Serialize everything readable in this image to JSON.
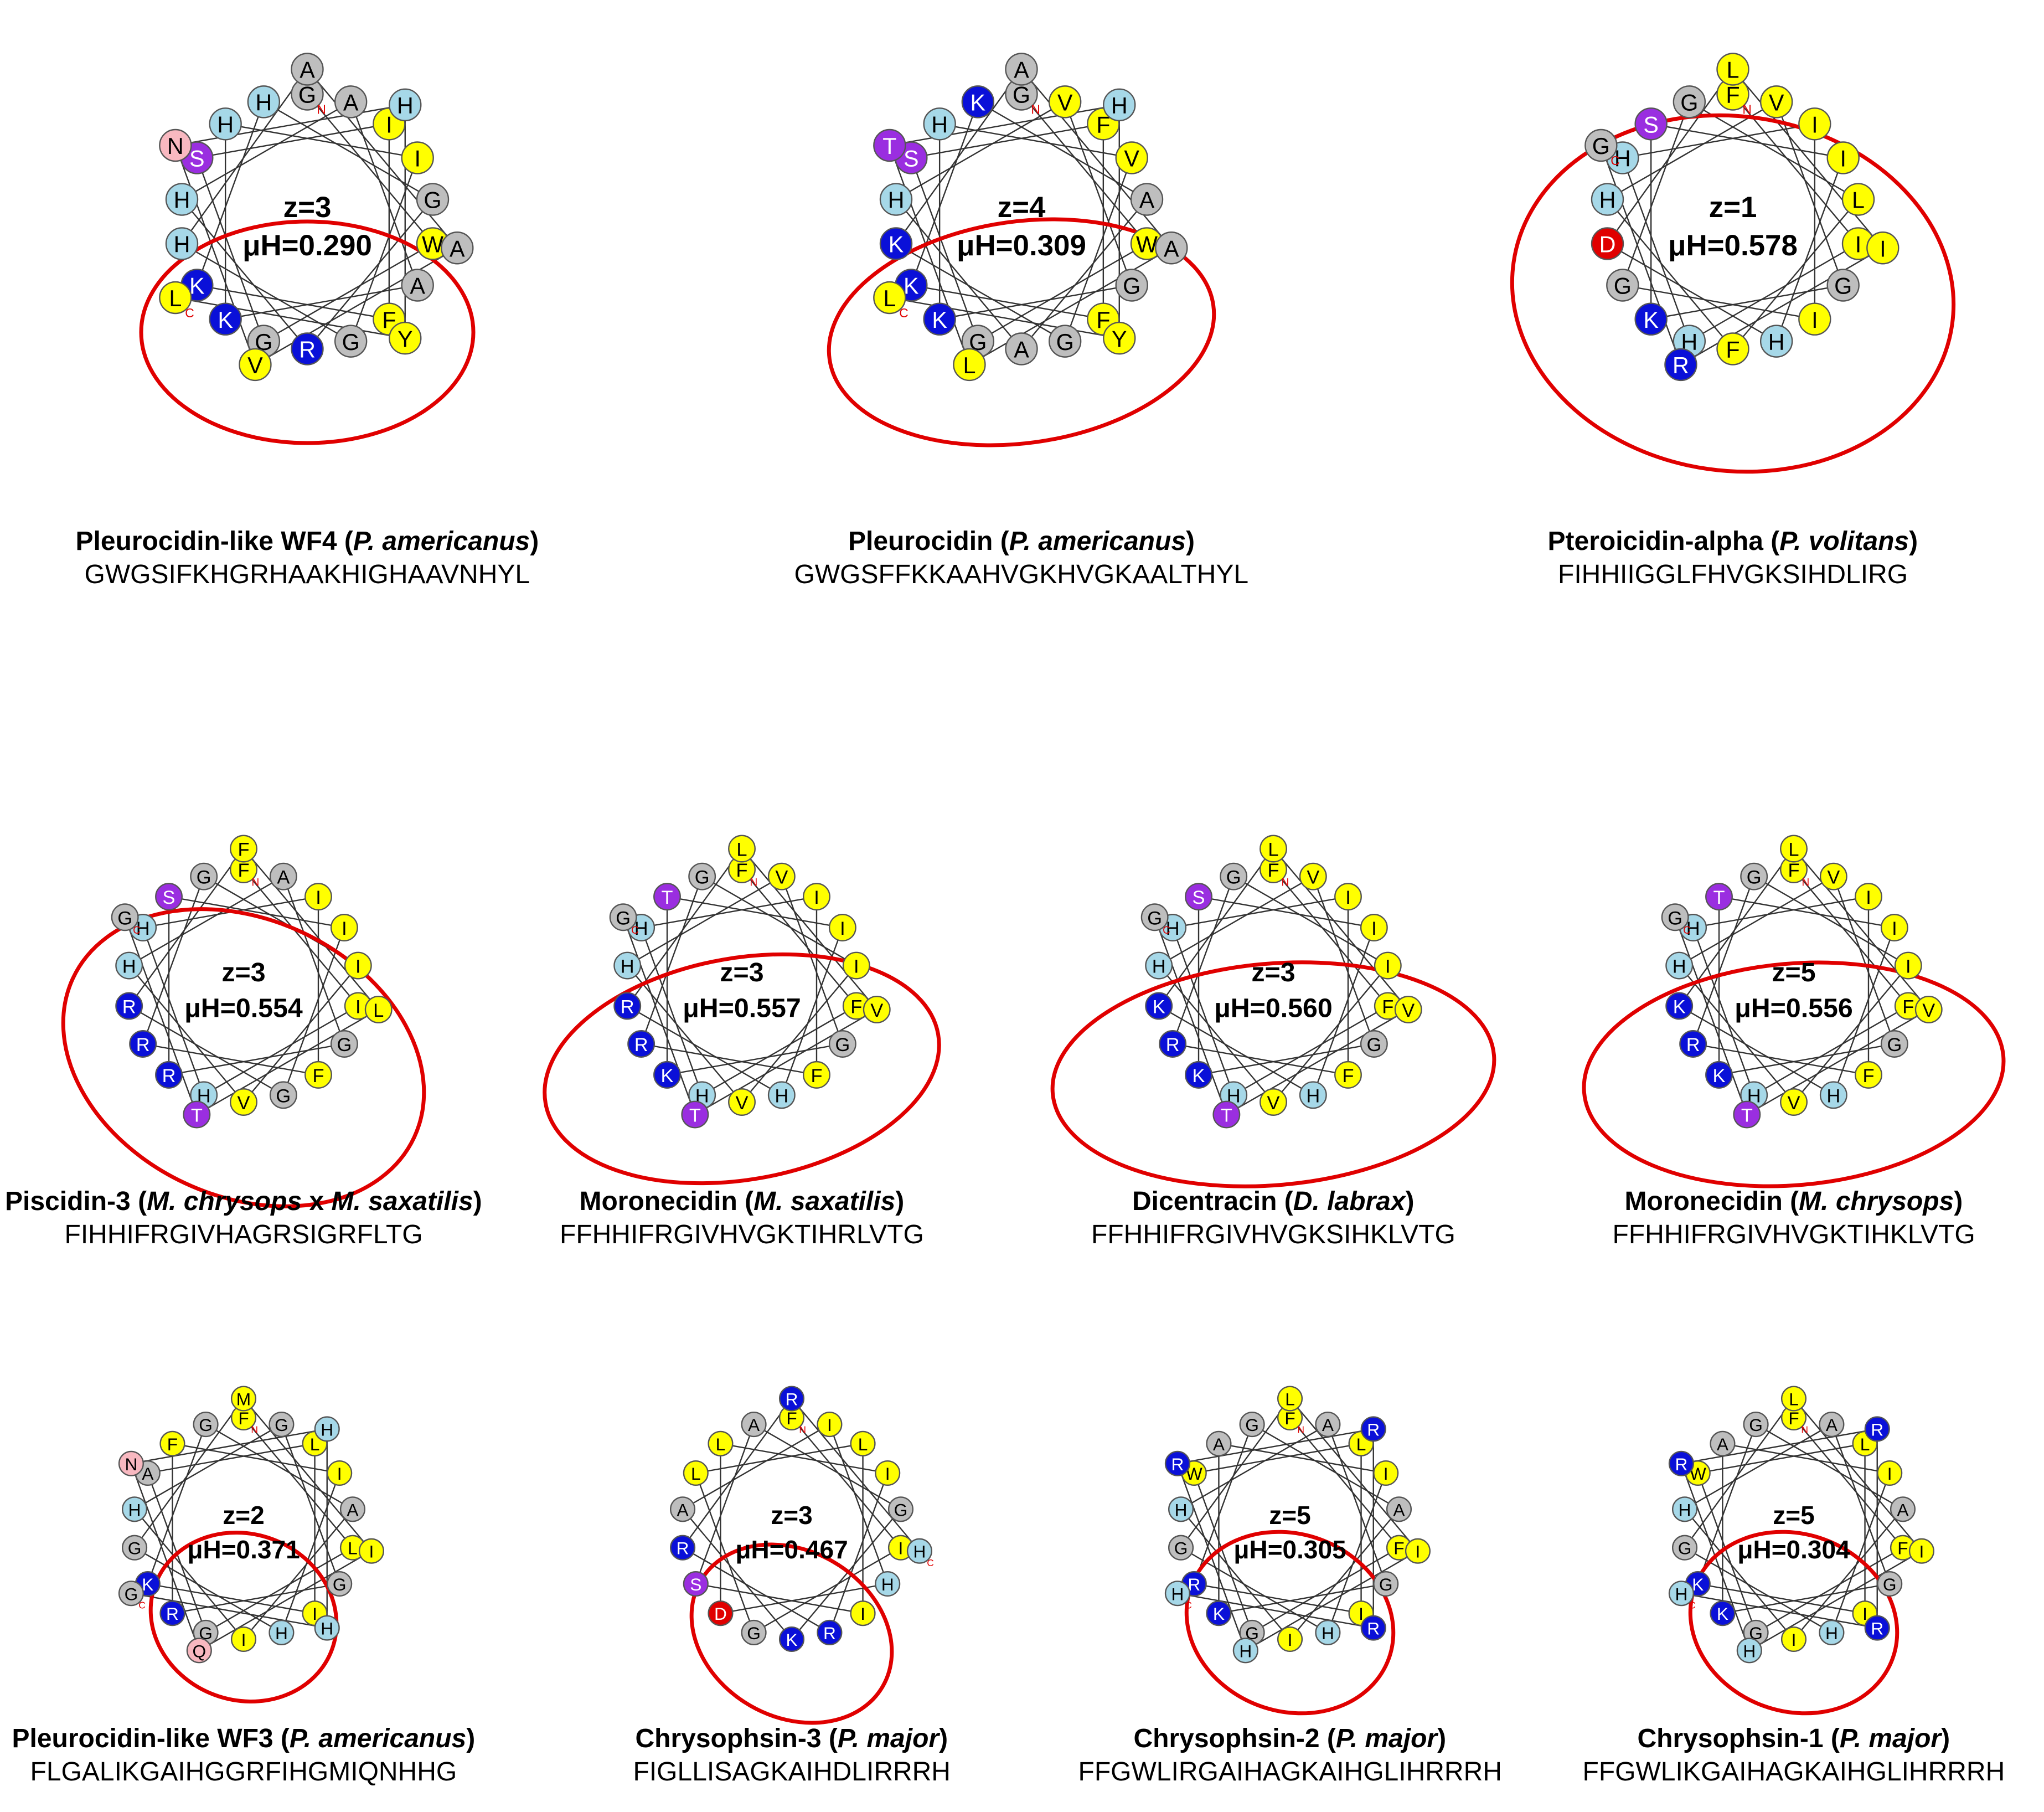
{
  "colors": {
    "hydrophobic": "#ffff00",
    "small": "#bebebe",
    "histidine": "#a6d8e8",
    "basic": "#0a10d8",
    "acidic": "#e00000",
    "polar_ser_thr": "#9a2ee0",
    "polar_amide": "#f8b8c0",
    "outline": "#555555",
    "hydrophobic_face": "#e00000",
    "terminus_marker": "#e00000"
  },
  "panels": [
    {
      "z": "z=3",
      "muH": "μH=0.290",
      "name": [
        {
          "t": "Pleurocidin-like WF4 ("
        },
        {
          "t": "P. americanus",
          "i": true
        },
        {
          "t": ")"
        }
      ],
      "sequence": "GWGSIFKHGRHAAKHIGHAAVNHYL",
      "wheel": [
        "G",
        "W",
        "G",
        "S",
        "I",
        "F",
        "K",
        "H",
        "G",
        "R",
        "H",
        "A",
        "A",
        "K",
        "H",
        "I",
        "G",
        "H",
        "A",
        "A",
        "V",
        "N",
        "H",
        "Y",
        "L"
      ],
      "termini": [
        "N",
        "C"
      ]
    },
    {
      "z": "z=4",
      "muH": "μH=0.309",
      "name": [
        {
          "t": "Pleurocidin ("
        },
        {
          "t": "P. americanus",
          "i": true
        },
        {
          "t": ")"
        }
      ],
      "sequence": "GWGSFFKKAAHVGKHVGKAALTHYL",
      "wheel": [
        "G",
        "W",
        "G",
        "S",
        "F",
        "F",
        "K",
        "K",
        "A",
        "A",
        "H",
        "V",
        "G",
        "K",
        "H",
        "V",
        "G",
        "K",
        "A",
        "A",
        "L",
        "T",
        "H",
        "Y",
        "L"
      ],
      "termini": [
        "N",
        "C"
      ]
    },
    {
      "z": "z=1",
      "muH": "μH=0.578",
      "name": [
        {
          "t": "Pteroicidin-alpha ("
        },
        {
          "t": "P. volitans",
          "i": true
        },
        {
          "t": ")"
        }
      ],
      "sequence": "FIHHIIGGLFHVGKSIHDLIRG",
      "wheel": [
        "F",
        "I",
        "H",
        "H",
        "I",
        "I",
        "G",
        "G",
        "L",
        "F",
        "H",
        "V",
        "G",
        "K",
        "S",
        "I",
        "H",
        "D",
        "L",
        "I",
        "R",
        "G"
      ],
      "termini": [
        "N",
        "C"
      ]
    },
    {
      "z": "z=3",
      "muH": "μH=0.554",
      "name": [
        {
          "t": "Piscidin-3 ("
        },
        {
          "t": "M. chrysops",
          "i": true
        },
        {
          "t": " x "
        },
        {
          "t": "M. saxatilis",
          "i": true
        },
        {
          "t": ")"
        }
      ],
      "sequence": "FIHHIFRGIVHAGRSIGRFLTG",
      "wheel": [
        "F",
        "I",
        "H",
        "H",
        "I",
        "F",
        "R",
        "G",
        "I",
        "V",
        "H",
        "A",
        "G",
        "R",
        "S",
        "I",
        "G",
        "R",
        "F",
        "L",
        "T",
        "G"
      ],
      "termini": [
        "N",
        "C"
      ]
    },
    {
      "z": "z=3",
      "muH": "μH=0.557",
      "name": [
        {
          "t": "Moronecidin ("
        },
        {
          "t": "M. saxatilis",
          "i": true
        },
        {
          "t": ")"
        }
      ],
      "sequence": "FFHHIFRGIVHVGKTIHRLVTG",
      "wheel": [
        "F",
        "F",
        "H",
        "H",
        "I",
        "F",
        "R",
        "G",
        "I",
        "V",
        "H",
        "V",
        "G",
        "K",
        "T",
        "I",
        "H",
        "R",
        "L",
        "V",
        "T",
        "G"
      ],
      "termini": [
        "N",
        "C"
      ]
    },
    {
      "z": "z=3",
      "muH": "μH=0.560",
      "name": [
        {
          "t": "Dicentracin ("
        },
        {
          "t": "D. labrax",
          "i": true
        },
        {
          "t": ")"
        }
      ],
      "sequence": "FFHHIFRGIVHVGKSIHKLVTG",
      "wheel": [
        "F",
        "F",
        "H",
        "H",
        "I",
        "F",
        "R",
        "G",
        "I",
        "V",
        "H",
        "V",
        "G",
        "K",
        "S",
        "I",
        "H",
        "K",
        "L",
        "V",
        "T",
        "G"
      ],
      "termini": [
        "N",
        "C"
      ]
    },
    {
      "z": "z=5",
      "muH": "μH=0.556",
      "name": [
        {
          "t": "Moronecidin ("
        },
        {
          "t": "M. chrysops",
          "i": true
        },
        {
          "t": ")"
        }
      ],
      "sequence": "FFHHIFRGIVHVGKTIHKLVTG",
      "wheel": [
        "F",
        "F",
        "H",
        "H",
        "I",
        "F",
        "R",
        "G",
        "I",
        "V",
        "H",
        "V",
        "G",
        "K",
        "T",
        "I",
        "H",
        "K",
        "L",
        "V",
        "T",
        "G"
      ],
      "termini": [
        "N",
        "C"
      ]
    },
    {
      "z": "z=2",
      "muH": "μH=0.371",
      "name": [
        {
          "t": "Pleurocidin-like WF3 ("
        },
        {
          "t": "P. americanus",
          "i": true
        },
        {
          "t": ")"
        }
      ],
      "sequence": "FLGALIKGAIHGGRFIHGMIQNHHG",
      "wheel": [
        "F",
        "L",
        "G",
        "A",
        "L",
        "I",
        "K",
        "G",
        "A",
        "I",
        "H",
        "G",
        "G",
        "R",
        "F",
        "I",
        "H",
        "G",
        "M",
        "I",
        "Q",
        "N",
        "H",
        "H",
        "G"
      ],
      "termini": [
        "N",
        "C"
      ]
    },
    {
      "z": "z=3",
      "muH": "μH=0.467",
      "name": [
        {
          "t": "Chrysophsin-3 ("
        },
        {
          "t": "P. major",
          "i": true
        },
        {
          "t": ")"
        }
      ],
      "sequence": "FIGLLISAGKAIHDLIRRRH",
      "wheel": [
        "F",
        "I",
        "G",
        "L",
        "L",
        "I",
        "S",
        "A",
        "G",
        "K",
        "A",
        "I",
        "H",
        "D",
        "L",
        "I",
        "R",
        "R",
        "R",
        "H"
      ],
      "termini": [
        "N",
        "C"
      ]
    },
    {
      "z": "z=5",
      "muH": "μH=0.305",
      "name": [
        {
          "t": "Chrysophsin-2 ("
        },
        {
          "t": "P. major",
          "i": true
        },
        {
          "t": ")"
        }
      ],
      "sequence": "FFGWLIRGAIHAGKAIHGLIHRRRH",
      "wheel": [
        "F",
        "F",
        "G",
        "W",
        "L",
        "I",
        "R",
        "G",
        "A",
        "I",
        "H",
        "A",
        "G",
        "K",
        "A",
        "I",
        "H",
        "G",
        "L",
        "I",
        "H",
        "R",
        "R",
        "R",
        "H"
      ],
      "termini": [
        "N",
        "C"
      ]
    },
    {
      "z": "z=5",
      "muH": "μH=0.304",
      "name": [
        {
          "t": "Chrysophsin-1 ("
        },
        {
          "t": "P. major",
          "i": true
        },
        {
          "t": ")"
        }
      ],
      "sequence": "FFGWLIKGAIHAGKAIHGLIHRRRH",
      "wheel": [
        "F",
        "F",
        "G",
        "W",
        "L",
        "I",
        "K",
        "G",
        "A",
        "I",
        "H",
        "A",
        "G",
        "K",
        "A",
        "I",
        "H",
        "G",
        "L",
        "I",
        "H",
        "R",
        "R",
        "R",
        "H"
      ],
      "termini": [
        "N",
        "C"
      ]
    }
  ]
}
